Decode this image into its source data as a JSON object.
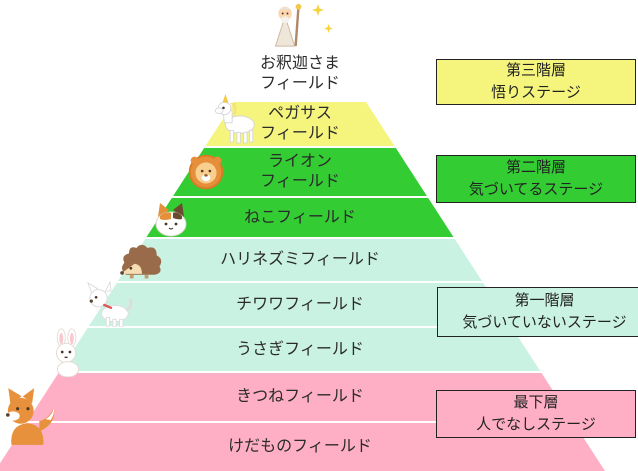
{
  "diagram": {
    "title": "animal-field-pyramid",
    "colors": {
      "tier3_yellow": "#f5f57e",
      "tier2_green": "#33cc33",
      "tier1_mint": "#c9f2e2",
      "tier0_pink": "#ffafc5"
    }
  },
  "pyramid": {
    "layers": [
      {
        "id": "buddha",
        "label": "お釈迦さま\nフィールド",
        "color": "#ffffff",
        "icon": "buddha-icon"
      },
      {
        "id": "pegasus",
        "label": "ペガサス\nフィールド",
        "color": "#f5f57e",
        "icon": "pegasus-icon"
      },
      {
        "id": "lion",
        "label": "ライオン\nフィールド",
        "color": "#33cc33",
        "icon": "lion-icon"
      },
      {
        "id": "cat",
        "label": "ねこフィールド",
        "color": "#33cc33",
        "icon": "cat-icon"
      },
      {
        "id": "hedgehog",
        "label": "ハリネズミフィールド",
        "color": "#c9f2e2",
        "icon": "hedgehog-icon"
      },
      {
        "id": "chihuahua",
        "label": "チワワフィールド",
        "color": "#c9f2e2",
        "icon": "chihuahua-icon"
      },
      {
        "id": "rabbit",
        "label": "うさぎフィールド",
        "color": "#c9f2e2",
        "icon": "rabbit-icon"
      },
      {
        "id": "fox",
        "label": "きつねフィールド",
        "color": "#ffafc5",
        "icon": "fox-icon"
      },
      {
        "id": "beast",
        "label": "けだものフィールド",
        "color": "#ffafc5",
        "icon": ""
      }
    ]
  },
  "tiers": [
    {
      "id": "tier3",
      "label": "第三階層\n悟りステージ",
      "color": "#f5f57e"
    },
    {
      "id": "tier2",
      "label": "第二階層\n気づいてるステージ",
      "color": "#33cc33"
    },
    {
      "id": "tier1",
      "label": "第一階層\n気づいていないステージ",
      "color": "#c9f2e2"
    },
    {
      "id": "tier0",
      "label": "最下層\n人でなしステージ",
      "color": "#ffafc5"
    }
  ]
}
